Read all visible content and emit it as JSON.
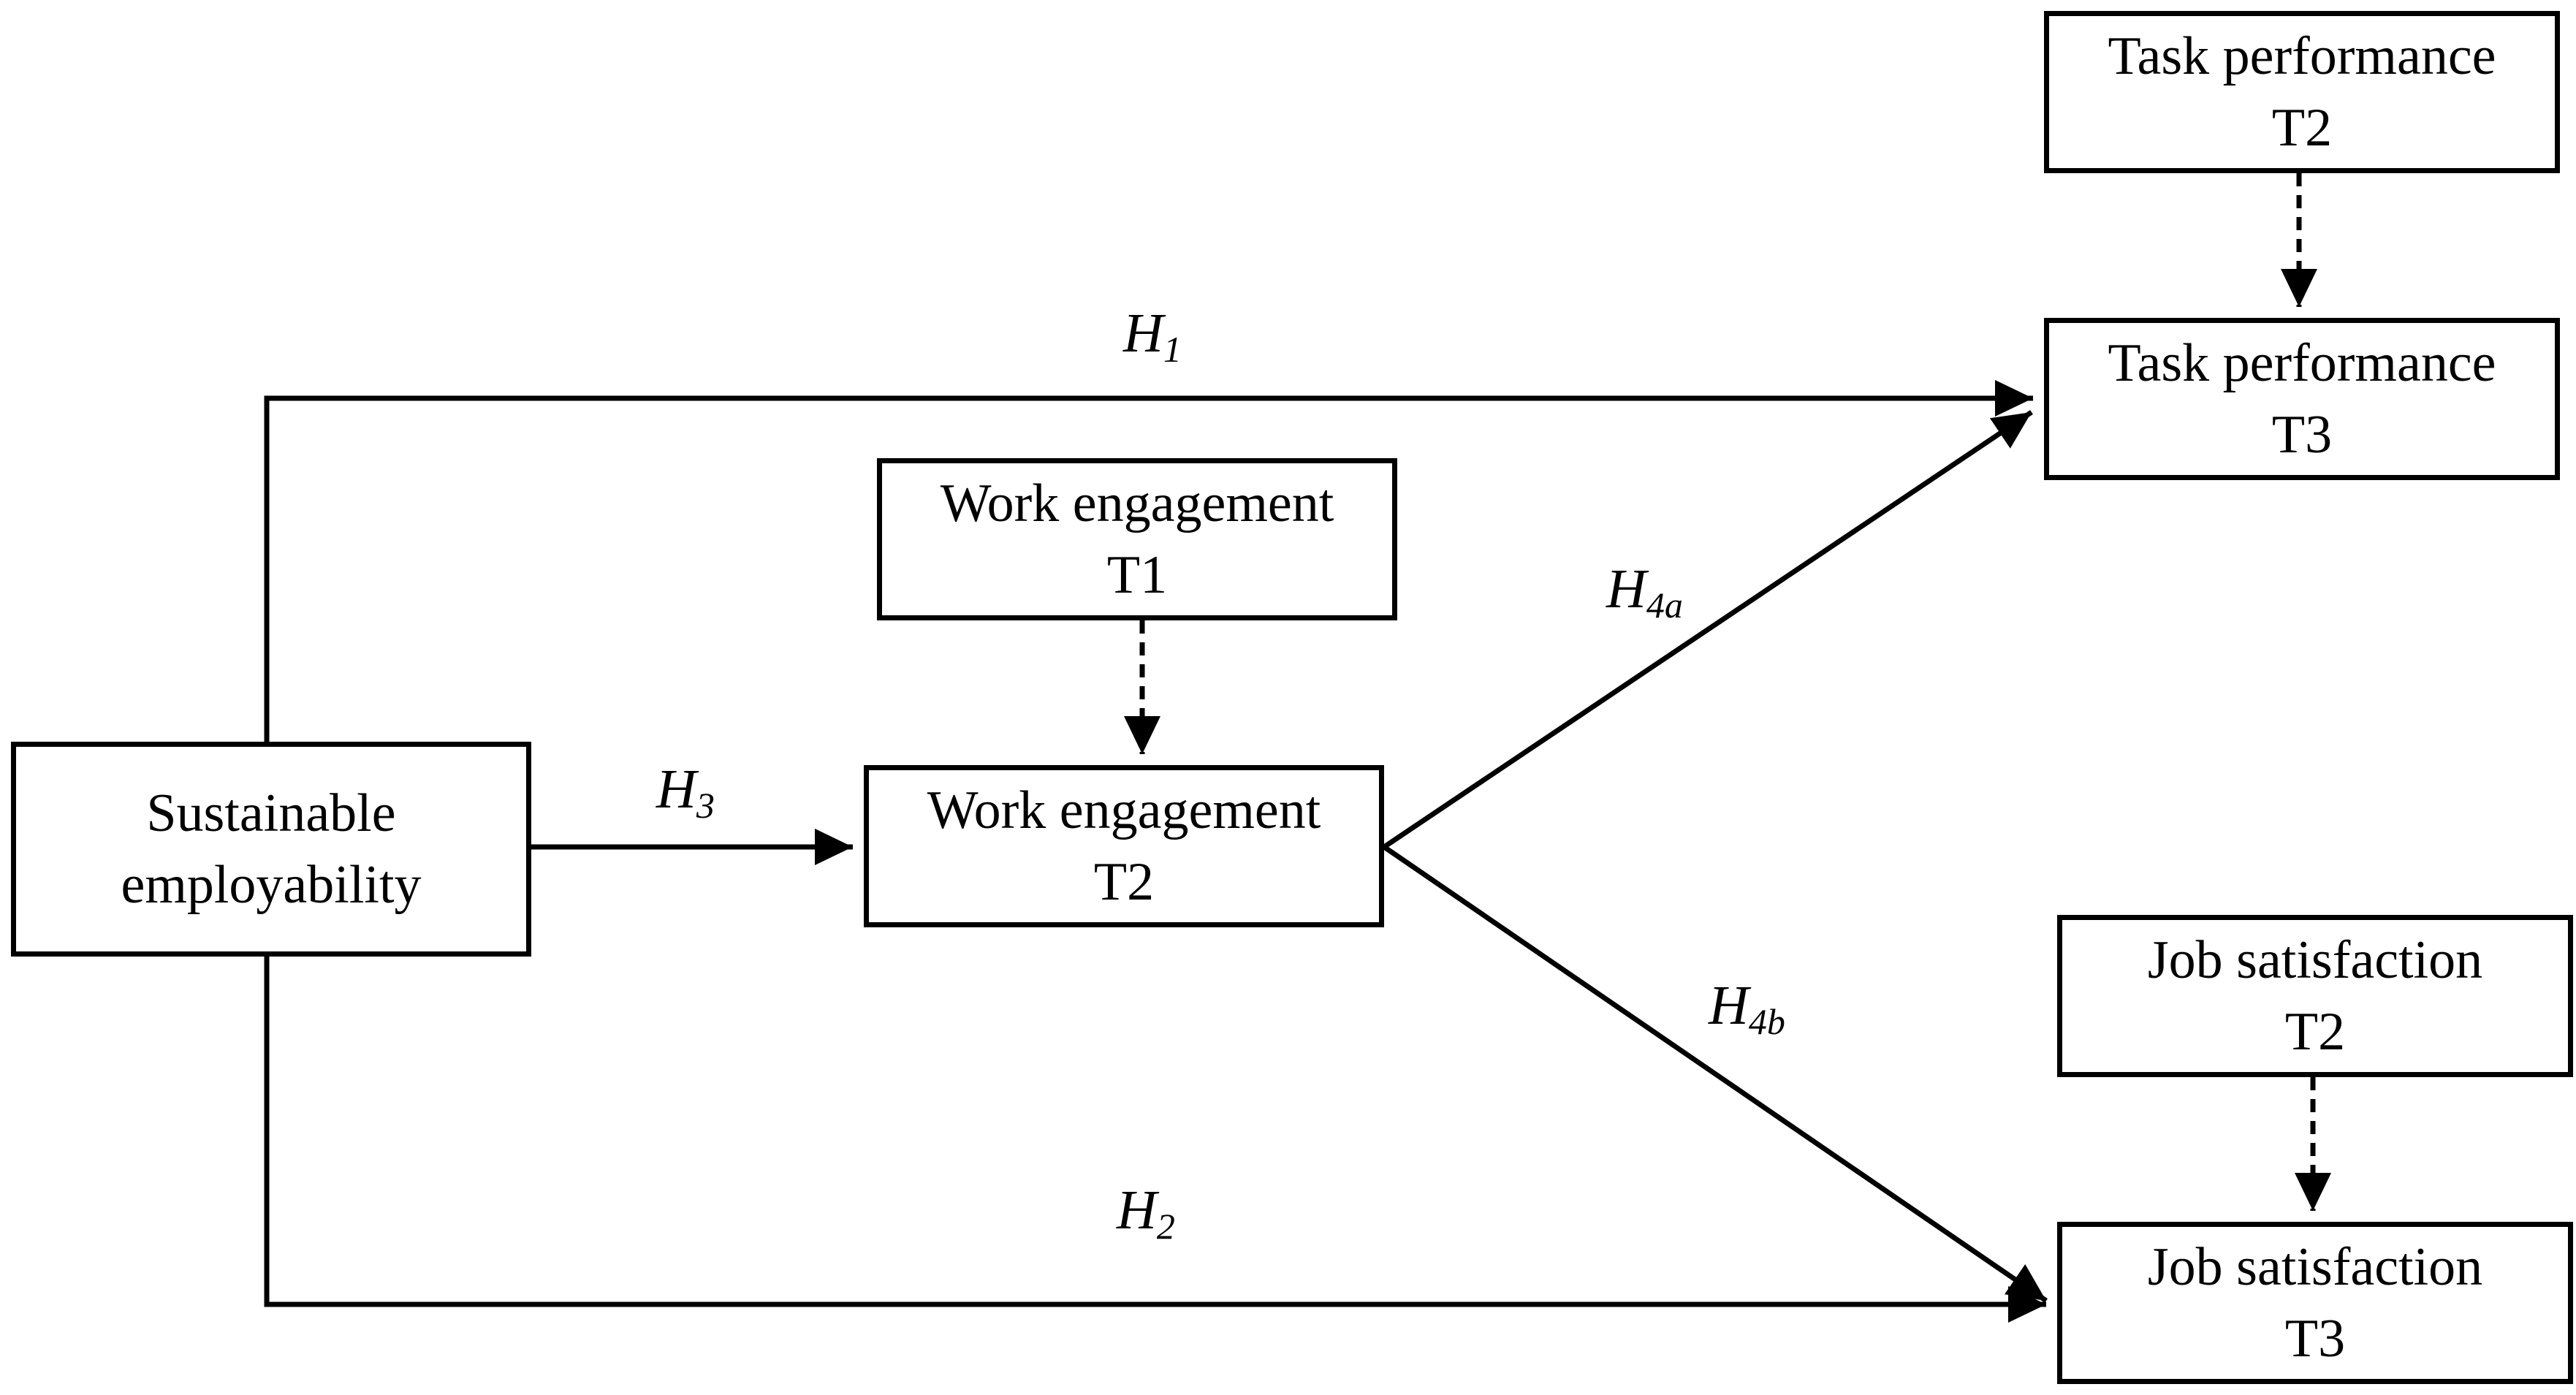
{
  "diagram": {
    "boxes": {
      "sustainable_employability": {
        "line1": "Sustainable",
        "line2": "employability"
      },
      "work_engagement_t1": {
        "line1": "Work engagement",
        "line2": "T1"
      },
      "work_engagement_t2": {
        "line1": "Work engagement",
        "line2": "T2"
      },
      "task_performance_t2": {
        "line1": "Task performance",
        "line2": "T2"
      },
      "task_performance_t3": {
        "line1": "Task performance",
        "line2": "T3"
      },
      "job_satisfaction_t2": {
        "line1": "Job satisfaction",
        "line2": "T2"
      },
      "job_satisfaction_t3": {
        "line1": "Job satisfaction",
        "line2": "T3"
      }
    },
    "hypotheses": {
      "h1": {
        "base": "H",
        "sub": "1"
      },
      "h2": {
        "base": "H",
        "sub": "2"
      },
      "h3": {
        "base": "H",
        "sub": "3"
      },
      "h4a": {
        "base": "H",
        "sub": "4a"
      },
      "h4b": {
        "base": "H",
        "sub": "4b"
      }
    },
    "links": [
      {
        "from": "sustainable_employability",
        "to": "task_performance_t3",
        "label": "h1",
        "style": "solid"
      },
      {
        "from": "sustainable_employability",
        "to": "job_satisfaction_t3",
        "label": "h2",
        "style": "solid"
      },
      {
        "from": "sustainable_employability",
        "to": "work_engagement_t2",
        "label": "h3",
        "style": "solid"
      },
      {
        "from": "work_engagement_t2",
        "to": "task_performance_t3",
        "label": "h4a",
        "style": "solid"
      },
      {
        "from": "work_engagement_t2",
        "to": "job_satisfaction_t3",
        "label": "h4b",
        "style": "solid"
      },
      {
        "from": "work_engagement_t1",
        "to": "work_engagement_t2",
        "label": "",
        "style": "dashed"
      },
      {
        "from": "task_performance_t2",
        "to": "task_performance_t3",
        "label": "",
        "style": "dashed"
      },
      {
        "from": "job_satisfaction_t2",
        "to": "job_satisfaction_t3",
        "label": "",
        "style": "dashed"
      }
    ],
    "colors": {
      "stroke": "#000000",
      "background": "#ffffff"
    }
  }
}
